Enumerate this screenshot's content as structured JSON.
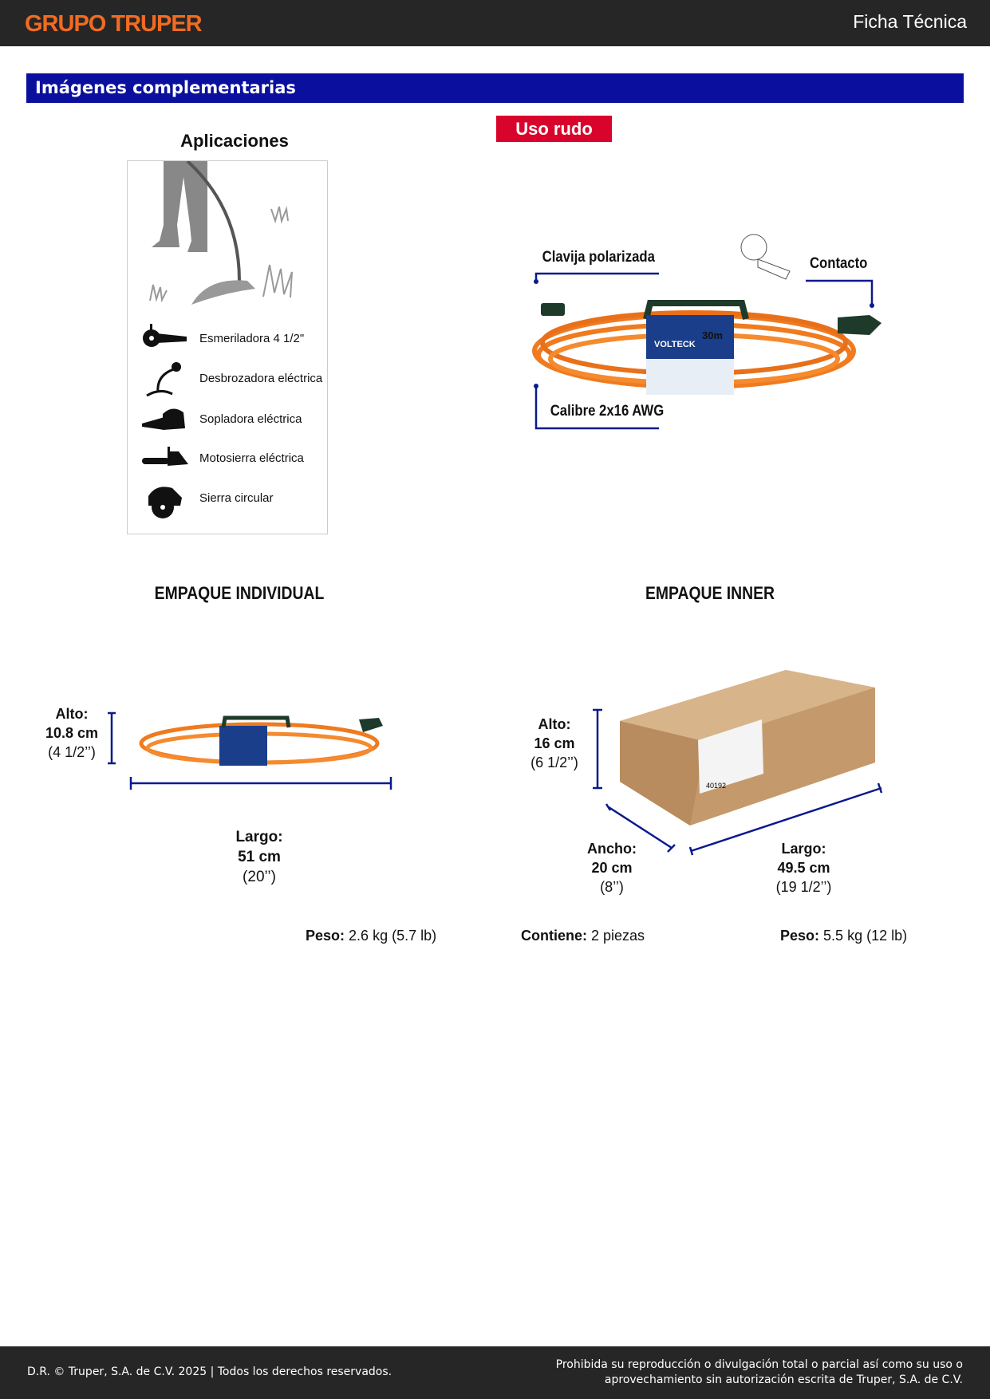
{
  "header": {
    "logo": "GRUPO TRUPER",
    "title": "Ficha Técnica"
  },
  "section": {
    "title": "Imágenes complementarias"
  },
  "applications": {
    "title": "Aplicaciones",
    "items": [
      {
        "label": "Esmeriladora 4 1/2\"",
        "icon": "angle-grinder-icon"
      },
      {
        "label": "Desbrozadora eléctrica",
        "icon": "string-trimmer-icon"
      },
      {
        "label": "Sopladora eléctrica",
        "icon": "leaf-blower-icon"
      },
      {
        "label": "Motosierra eléctrica",
        "icon": "chainsaw-icon"
      },
      {
        "label": "Sierra circular",
        "icon": "circular-saw-icon"
      }
    ]
  },
  "features": {
    "badge": "Uso rudo",
    "plug": "Clavija polarizada",
    "outlet": "Contacto",
    "gauge": "Calibre 2x16 AWG",
    "label_brand": "VOLTECK",
    "label_length": "30m"
  },
  "individual": {
    "title": "EMPAQUE INDIVIDUAL",
    "height": {
      "label": "Alto:",
      "metric": "10.8 cm",
      "imperial": "(4 1/2’’)"
    },
    "length": {
      "label": "Largo:",
      "metric": "51 cm",
      "imperial": "(20’’)"
    },
    "weight": {
      "label": "Peso:",
      "value": "2.6 kg (5.7 lb)"
    }
  },
  "inner": {
    "title": "EMPAQUE INNER",
    "height": {
      "label": "Alto:",
      "metric": "16 cm",
      "imperial": "(6 1/2’’)"
    },
    "width": {
      "label": "Ancho:",
      "metric": "20 cm",
      "imperial": "(8’’)"
    },
    "length": {
      "label": "Largo:",
      "metric": "49.5 cm",
      "imperial": "(19 1/2’’)"
    },
    "contains": {
      "label": "Contiene:",
      "value": "2 piezas"
    },
    "weight": {
      "label": "Peso:",
      "value": "5.5 kg (12 lb)"
    },
    "box_code": "40192"
  },
  "footer": {
    "copyright": "D.R. © Truper, S.A. de C.V. 2025 | Todos los derechos reservados.",
    "notice_line1": "Prohibida su reproducción o divulgación total o parcial así como su uso o",
    "notice_line2": "aprovechamiento sin autorización escrita de Truper, S.A. de C.V."
  },
  "colors": {
    "brand_orange": "#f26b21",
    "header_bg": "#262626",
    "section_blue": "#0a0f9e",
    "badge_red": "#d9042b",
    "dimension_blue": "#0a1a8c",
    "cable_orange": "#f07a1e"
  }
}
